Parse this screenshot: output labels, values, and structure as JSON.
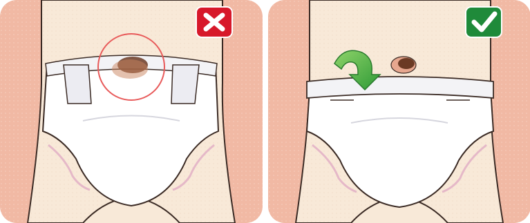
{
  "panels": [
    {
      "id": "incorrect",
      "status": "incorrect",
      "badge_icon": "cross-icon",
      "badge_color": "#d7182a"
    },
    {
      "id": "correct",
      "status": "correct",
      "badge_icon": "checkmark-icon",
      "badge_color": "#1f8a3a"
    }
  ],
  "colors": {
    "background": "#f1b9a4",
    "skin": "#f8e9d8",
    "diaper": "#ffffff",
    "diaper_shadow": "#e8e8ee",
    "outline": "#3a2a24",
    "umbilical_stump": "#6b3a24",
    "highlight_circle": "#e85a5a",
    "fold_arrow": "#3faa3a"
  }
}
